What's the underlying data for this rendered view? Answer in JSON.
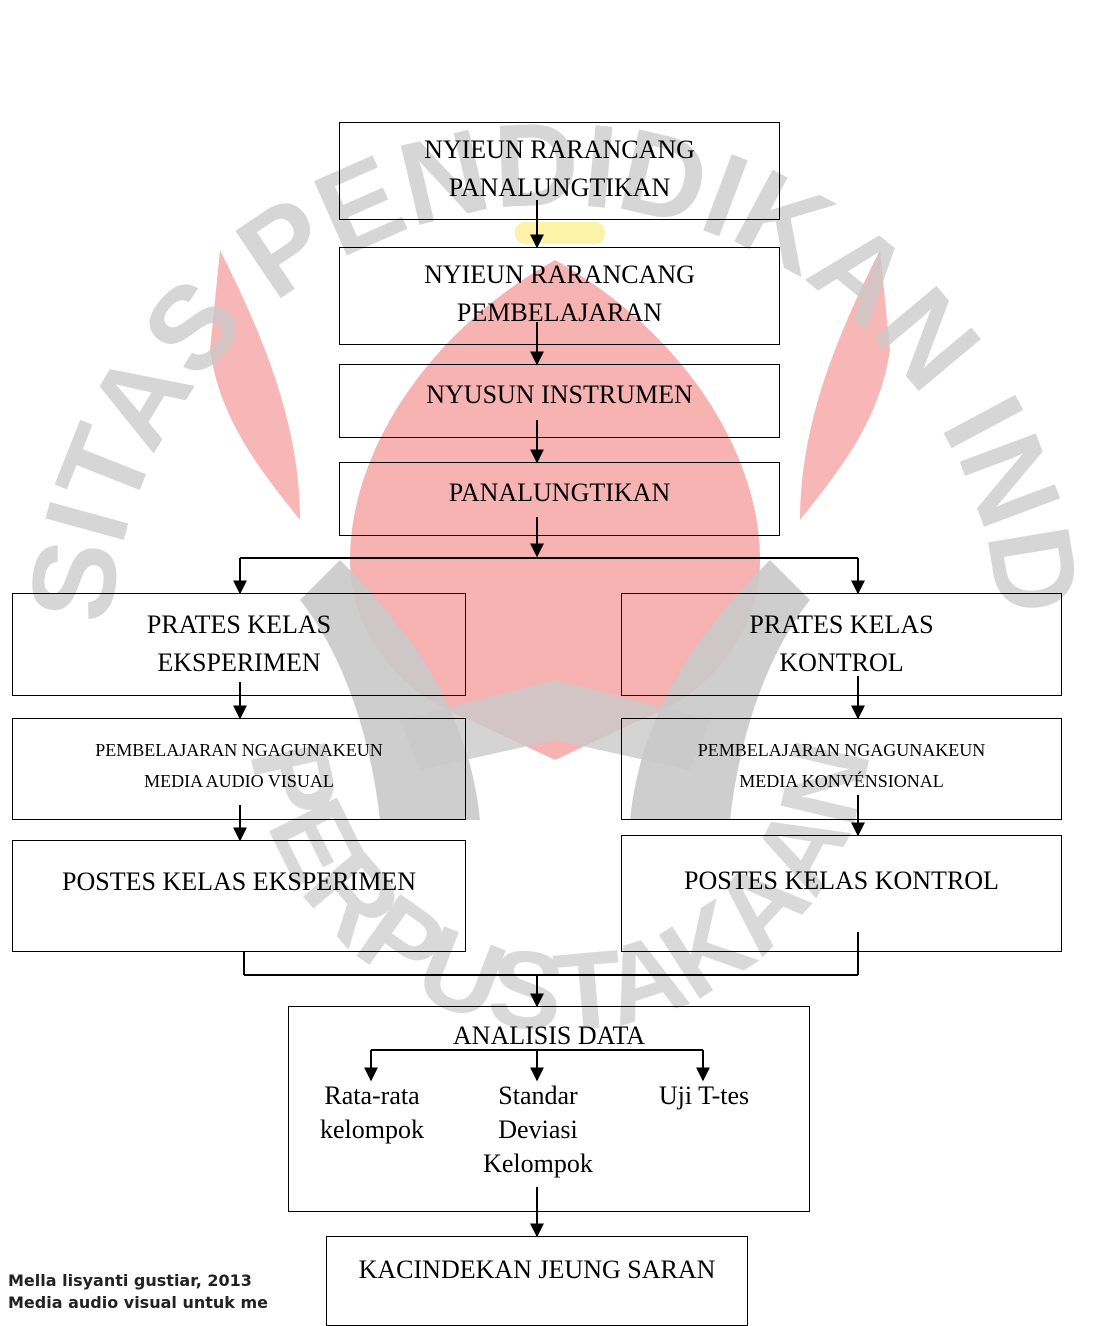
{
  "watermark": {
    "ring_text": "UNIVERSITAS PENDIDIKAN INDONESIA",
    "bottom_text": "PERPUSTAKAAN",
    "colors": {
      "red": "#f6a5a5",
      "grey": "#c9c9c9",
      "yellow": "#fdf3a6"
    }
  },
  "steps": {
    "s1": "NYIEUN RARANCANG\nPANALUNGTIKAN",
    "s2": "NYIEUN RARANCANG\nPEMBELAJARAN",
    "s3": "NYUSUN INSTRUMEN",
    "s4": "PANALUNGTIKAN"
  },
  "left_branch": {
    "pretest": "PRATES KELAS\nEKSPERIMEN",
    "treatment": "PEMBELAJARAN NGAGUNAKEUN\nMEDIA AUDIO VISUAL",
    "posttest": "POSTES KELAS EKSPERIMEN"
  },
  "right_branch": {
    "pretest": "PRATES KELAS\nKONTROL",
    "treatment": "PEMBELAJARAN NGAGUNAKEUN\nMEDIA KONVÉNSIONAL",
    "posttest": "POSTES KELAS KONTROL"
  },
  "analysis": {
    "title": "ANALISIS DATA",
    "items": [
      "Rata-rata\nkelompok",
      "Standar\nDeviasi\nKelompok",
      "Uji T-tes"
    ]
  },
  "conclusion": "KACINDEKAN JEUNG SARAN",
  "footer": {
    "line1": "Mella lisyanti gustiar, 2013",
    "line2": "Media audio visual untuk me"
  }
}
